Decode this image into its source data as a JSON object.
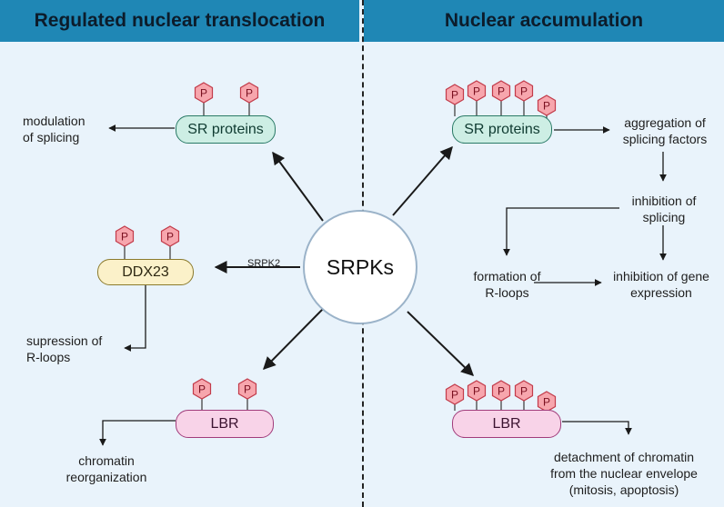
{
  "headers": {
    "left": "Regulated nuclear translocation",
    "right": "Nuclear accumulation"
  },
  "center": {
    "label": "SRPKs"
  },
  "left": {
    "sr_proteins": "SR proteins",
    "modulation": [
      "modulation",
      "of splicing"
    ],
    "ddx23": "DDX23",
    "srpk2": "SRPK2",
    "supression": [
      "supression of",
      "R-loops"
    ],
    "lbr": "LBR",
    "chromatin": [
      "chromatin",
      "reorganization"
    ]
  },
  "right": {
    "sr_proteins": "SR proteins",
    "aggregation": [
      "aggregation of",
      "splicing factors"
    ],
    "inhibition_splicing": [
      "inhibition of",
      "splicing"
    ],
    "formation": [
      "formation of",
      "R-loops"
    ],
    "inhibition_gene": [
      "inhibition of gene",
      "expression"
    ],
    "lbr": "LBR",
    "detachment": [
      "detachment of chromatin",
      "from the nuclear envelope",
      "(mitosis, apoptosis)"
    ]
  },
  "phospho_label": "P",
  "colors": {
    "header_bg": "#1f87b5",
    "page_bg": "#e9f3fb",
    "sr_fill": "#cdeee4",
    "ddx_fill": "#fbf1c9",
    "lbr_fill": "#f8d3e8",
    "phospho_fill": "#f7a6ad",
    "phospho_stroke": "#c23b4a"
  }
}
